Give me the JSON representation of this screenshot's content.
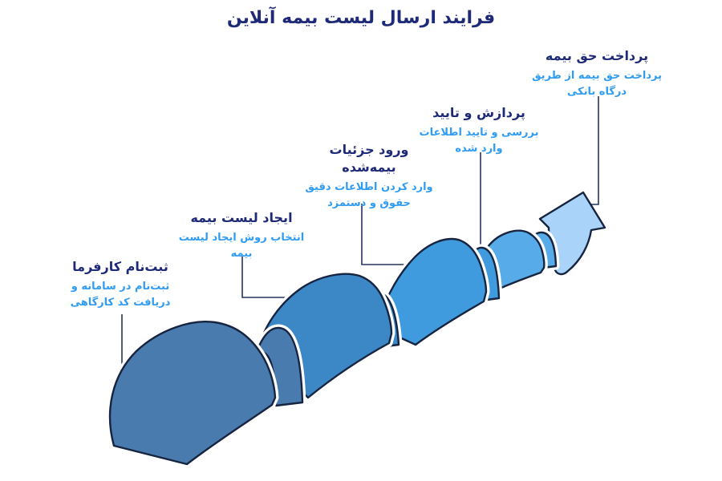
{
  "title": "فرایند ارسال لیست بیمه آنلاین",
  "colors": {
    "heading": "#1e2a78",
    "subtitle": "#2f9cf2",
    "outline": "#172440",
    "connector": "#25335f",
    "segments": [
      "#4a7bae",
      "#3c87c6",
      "#3f9bdd",
      "#57abe9"
    ],
    "arrow": "#a9d3f8"
  },
  "steps": [
    {
      "title_lines": [
        "ثبت‌نام کارفرما"
      ],
      "subtitle_lines": [
        "ثبت‌نام در سامانه و",
        "دریافت کد کارگاهی"
      ]
    },
    {
      "title_lines": [
        "ایجاد لیست بیمه"
      ],
      "subtitle_lines": [
        "انتخاب روش ایجاد لیست",
        "بیمه"
      ]
    },
    {
      "title_lines": [
        "ورود جزئیات",
        "بیمه‌شده"
      ],
      "subtitle_lines": [
        "وارد کردن اطلاعات دقیق",
        "حقوق و دستمزد"
      ]
    },
    {
      "title_lines": [
        "پردازش و تایید"
      ],
      "subtitle_lines": [
        "بررسی و تایید اطلاعات",
        "وارد شده"
      ]
    },
    {
      "title_lines": [
        "پرداخت حق بیمه"
      ],
      "subtitle_lines": [
        "پرداخت حق بیمه از طریق",
        "درگاه بانکی"
      ]
    }
  ]
}
